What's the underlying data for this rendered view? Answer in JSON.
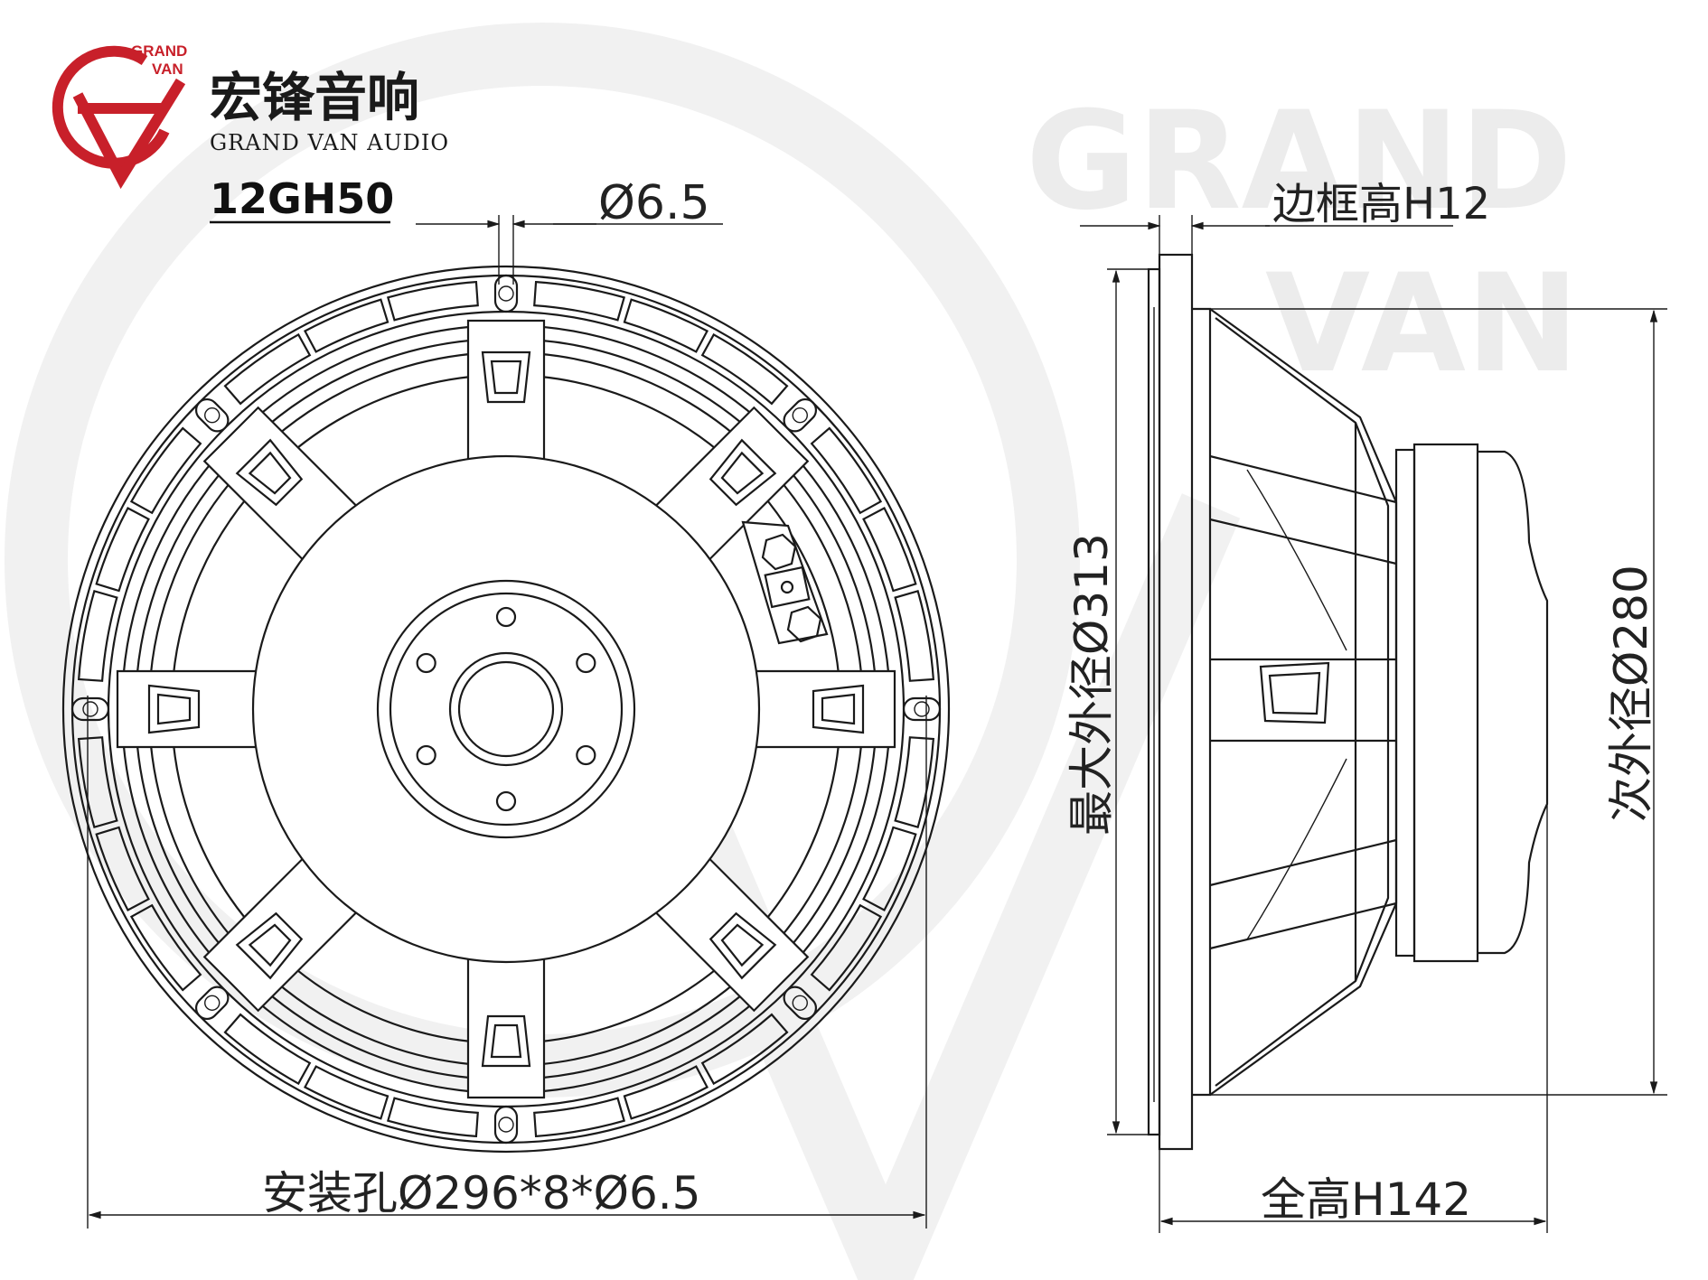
{
  "brand": {
    "logo_text_line1": "GRAND",
    "logo_text_line2": "VAN",
    "name_cn": "宏锋音响",
    "name_en": "GRAND VAN AUDIO",
    "logo_color": "#c8202a"
  },
  "model": "12GH50",
  "watermark": {
    "line1": "GRAND",
    "line2": "VAN"
  },
  "dimensions": {
    "hole_diameter": "Ø6.5",
    "frame_height": "边框高H12",
    "max_outer_diameter": "最大外径Ø313",
    "secondary_outer_diameter": "次外径Ø280",
    "mounting_holes": "安装孔Ø296*8*Ø6.5",
    "total_height": "全高H142"
  }
}
